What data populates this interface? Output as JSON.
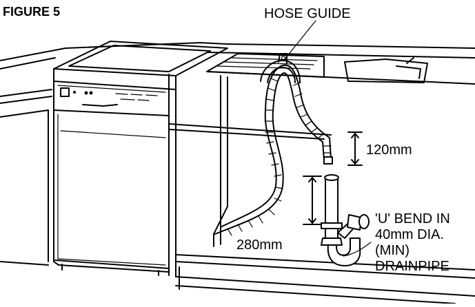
{
  "figure": {
    "title": "FIGURE 5",
    "labels": {
      "hose_guide": "HOSE GUIDE",
      "dim_120": "120mm",
      "dim_280": "280mm",
      "u_bend": [
        "'U' BEND IN",
        "40mm DIA.",
        "(MIN)",
        "DRAINPIPE"
      ]
    }
  },
  "style": {
    "ink": "#000000",
    "background": "#ffffff"
  }
}
